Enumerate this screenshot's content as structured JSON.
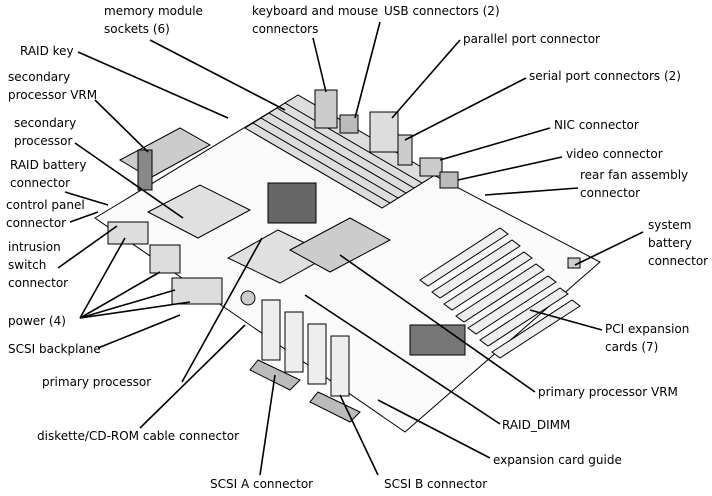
{
  "labels": {
    "memory": [
      "memory module",
      "sockets (6)"
    ],
    "keyboard": [
      "keyboard and mouse",
      "connectors"
    ],
    "usb": [
      "USB connectors (2)"
    ],
    "parallel": [
      "parallel port connector"
    ],
    "serial": [
      "serial port connectors (2)"
    ],
    "nic": [
      "NIC connector"
    ],
    "video": [
      "video connector"
    ],
    "rearfan": [
      "rear fan assembly",
      "connector"
    ],
    "sysbattery": [
      "system",
      "battery",
      "connector"
    ],
    "raidkey": [
      "RAID key"
    ],
    "secvrm": [
      "secondary",
      "processor VRM"
    ],
    "secproc": [
      "secondary",
      "processor"
    ],
    "raidbattery": [
      "RAID battery",
      "connector"
    ],
    "controlpanel": [
      "control panel",
      "connector"
    ],
    "intrusion": [
      "intrusion",
      "switch",
      "connector"
    ],
    "power": [
      "power (4)"
    ],
    "scsibackplane": [
      "SCSI backplane"
    ],
    "primproc": [
      "primary processor"
    ],
    "pci": [
      "PCI expansion",
      "cards (7)"
    ],
    "primvrm": [
      "primary processor VRM"
    ],
    "raiddimm": [
      "RAID_DIMM"
    ],
    "guide": [
      "expansion card guide"
    ],
    "diskette": [
      "diskette/CD-ROM cable connector"
    ],
    "scsia": [
      "SCSI A connector"
    ],
    "scsib": [
      "SCSI B connector"
    ]
  }
}
